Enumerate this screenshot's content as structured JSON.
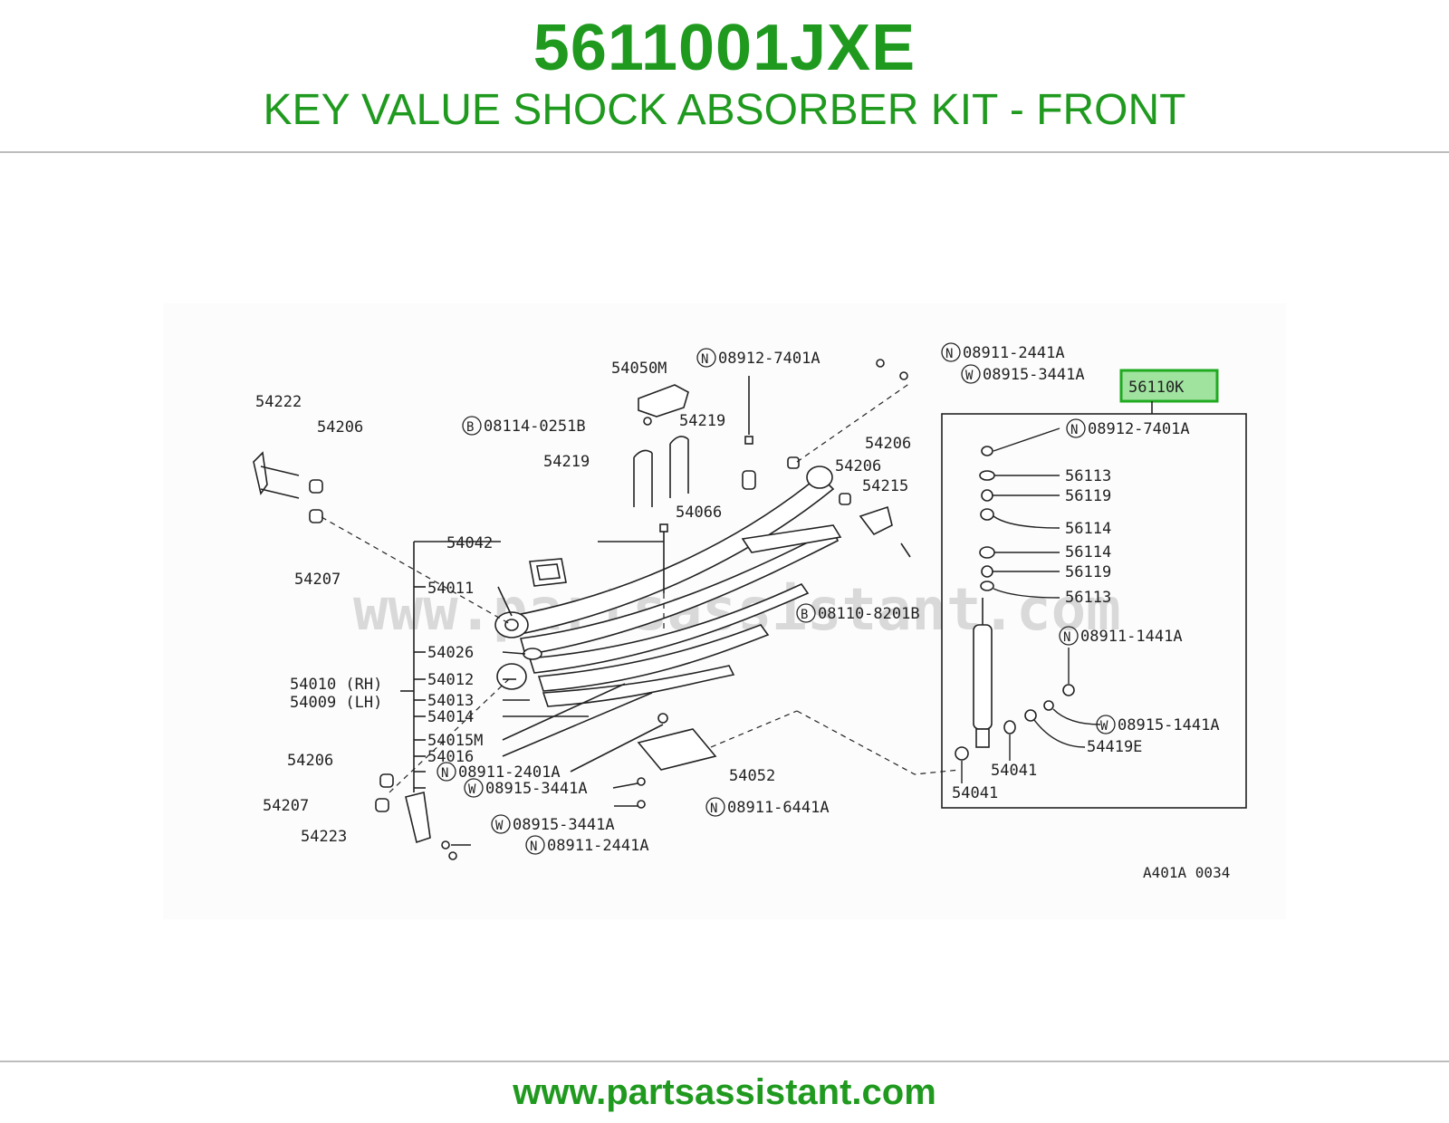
{
  "header": {
    "part_number": "5611001JXE",
    "title": "KEY VALUE SHOCK ABSORBER KIT - FRONT"
  },
  "diagram": {
    "watermark": "www.partsassistant.com",
    "reference_code": "A401A 0034",
    "highlighted_part": "56110K",
    "labels": {
      "l54050M": "54050M",
      "l08912_7401A_top": "08912-7401A",
      "l08911_2441A_top": "08911-2441A",
      "l08915_3441A_top": "08915-3441A",
      "l54222": "54222",
      "l54206_left": "54206",
      "l08114_0251B": "08114-0251B",
      "l54219_a": "54219",
      "l54219_b": "54219",
      "l54066": "54066",
      "l54206_r1": "54206",
      "l54206_r2": "54206",
      "l54215": "54215",
      "l54207_left": "54207",
      "l54042": "54042",
      "l54011": "54011",
      "l08110_8201B": "08110-8201B",
      "l54026": "54026",
      "l54010": "54010 (RH)",
      "l54009": "54009 (LH)",
      "l54012": "54012",
      "l54013": "54013",
      "l54014": "54014",
      "l54015M": "54015M",
      "l54016": "54016",
      "l08911_2401A": "08911-2401A",
      "l08915_3441A_mid": "08915-3441A",
      "l54206_bottom": "54206",
      "l54207_bottom": "54207",
      "l54223": "54223",
      "l08915_3441A_bot": "08915-3441A",
      "l08911_2441A_bot": "08911-2441A",
      "l08911_6441A": "08911-6441A",
      "l54052": "54052",
      "l08912_7401A_kit": "08912-7401A",
      "l56113_a": "56113",
      "l56119_a": "56119",
      "l56114_a": "56114",
      "l56114_b": "56114",
      "l56119_b": "56119",
      "l56113_b": "56113",
      "l08911_1441A": "08911-1441A",
      "l08915_1441A": "08915-1441A",
      "l54419E": "54419E",
      "l54041_a": "54041",
      "l54041_b": "54041"
    },
    "prefix_letters": {
      "N": "N",
      "W": "W",
      "B": "B"
    },
    "colors": {
      "brand_green": "#1f9a1f",
      "highlight_fill": "#9fe39f",
      "highlight_border": "#1faa1f",
      "line": "#222222",
      "watermark": "#d9d9d9"
    }
  },
  "footer": {
    "url": "www.partsassistant.com"
  }
}
